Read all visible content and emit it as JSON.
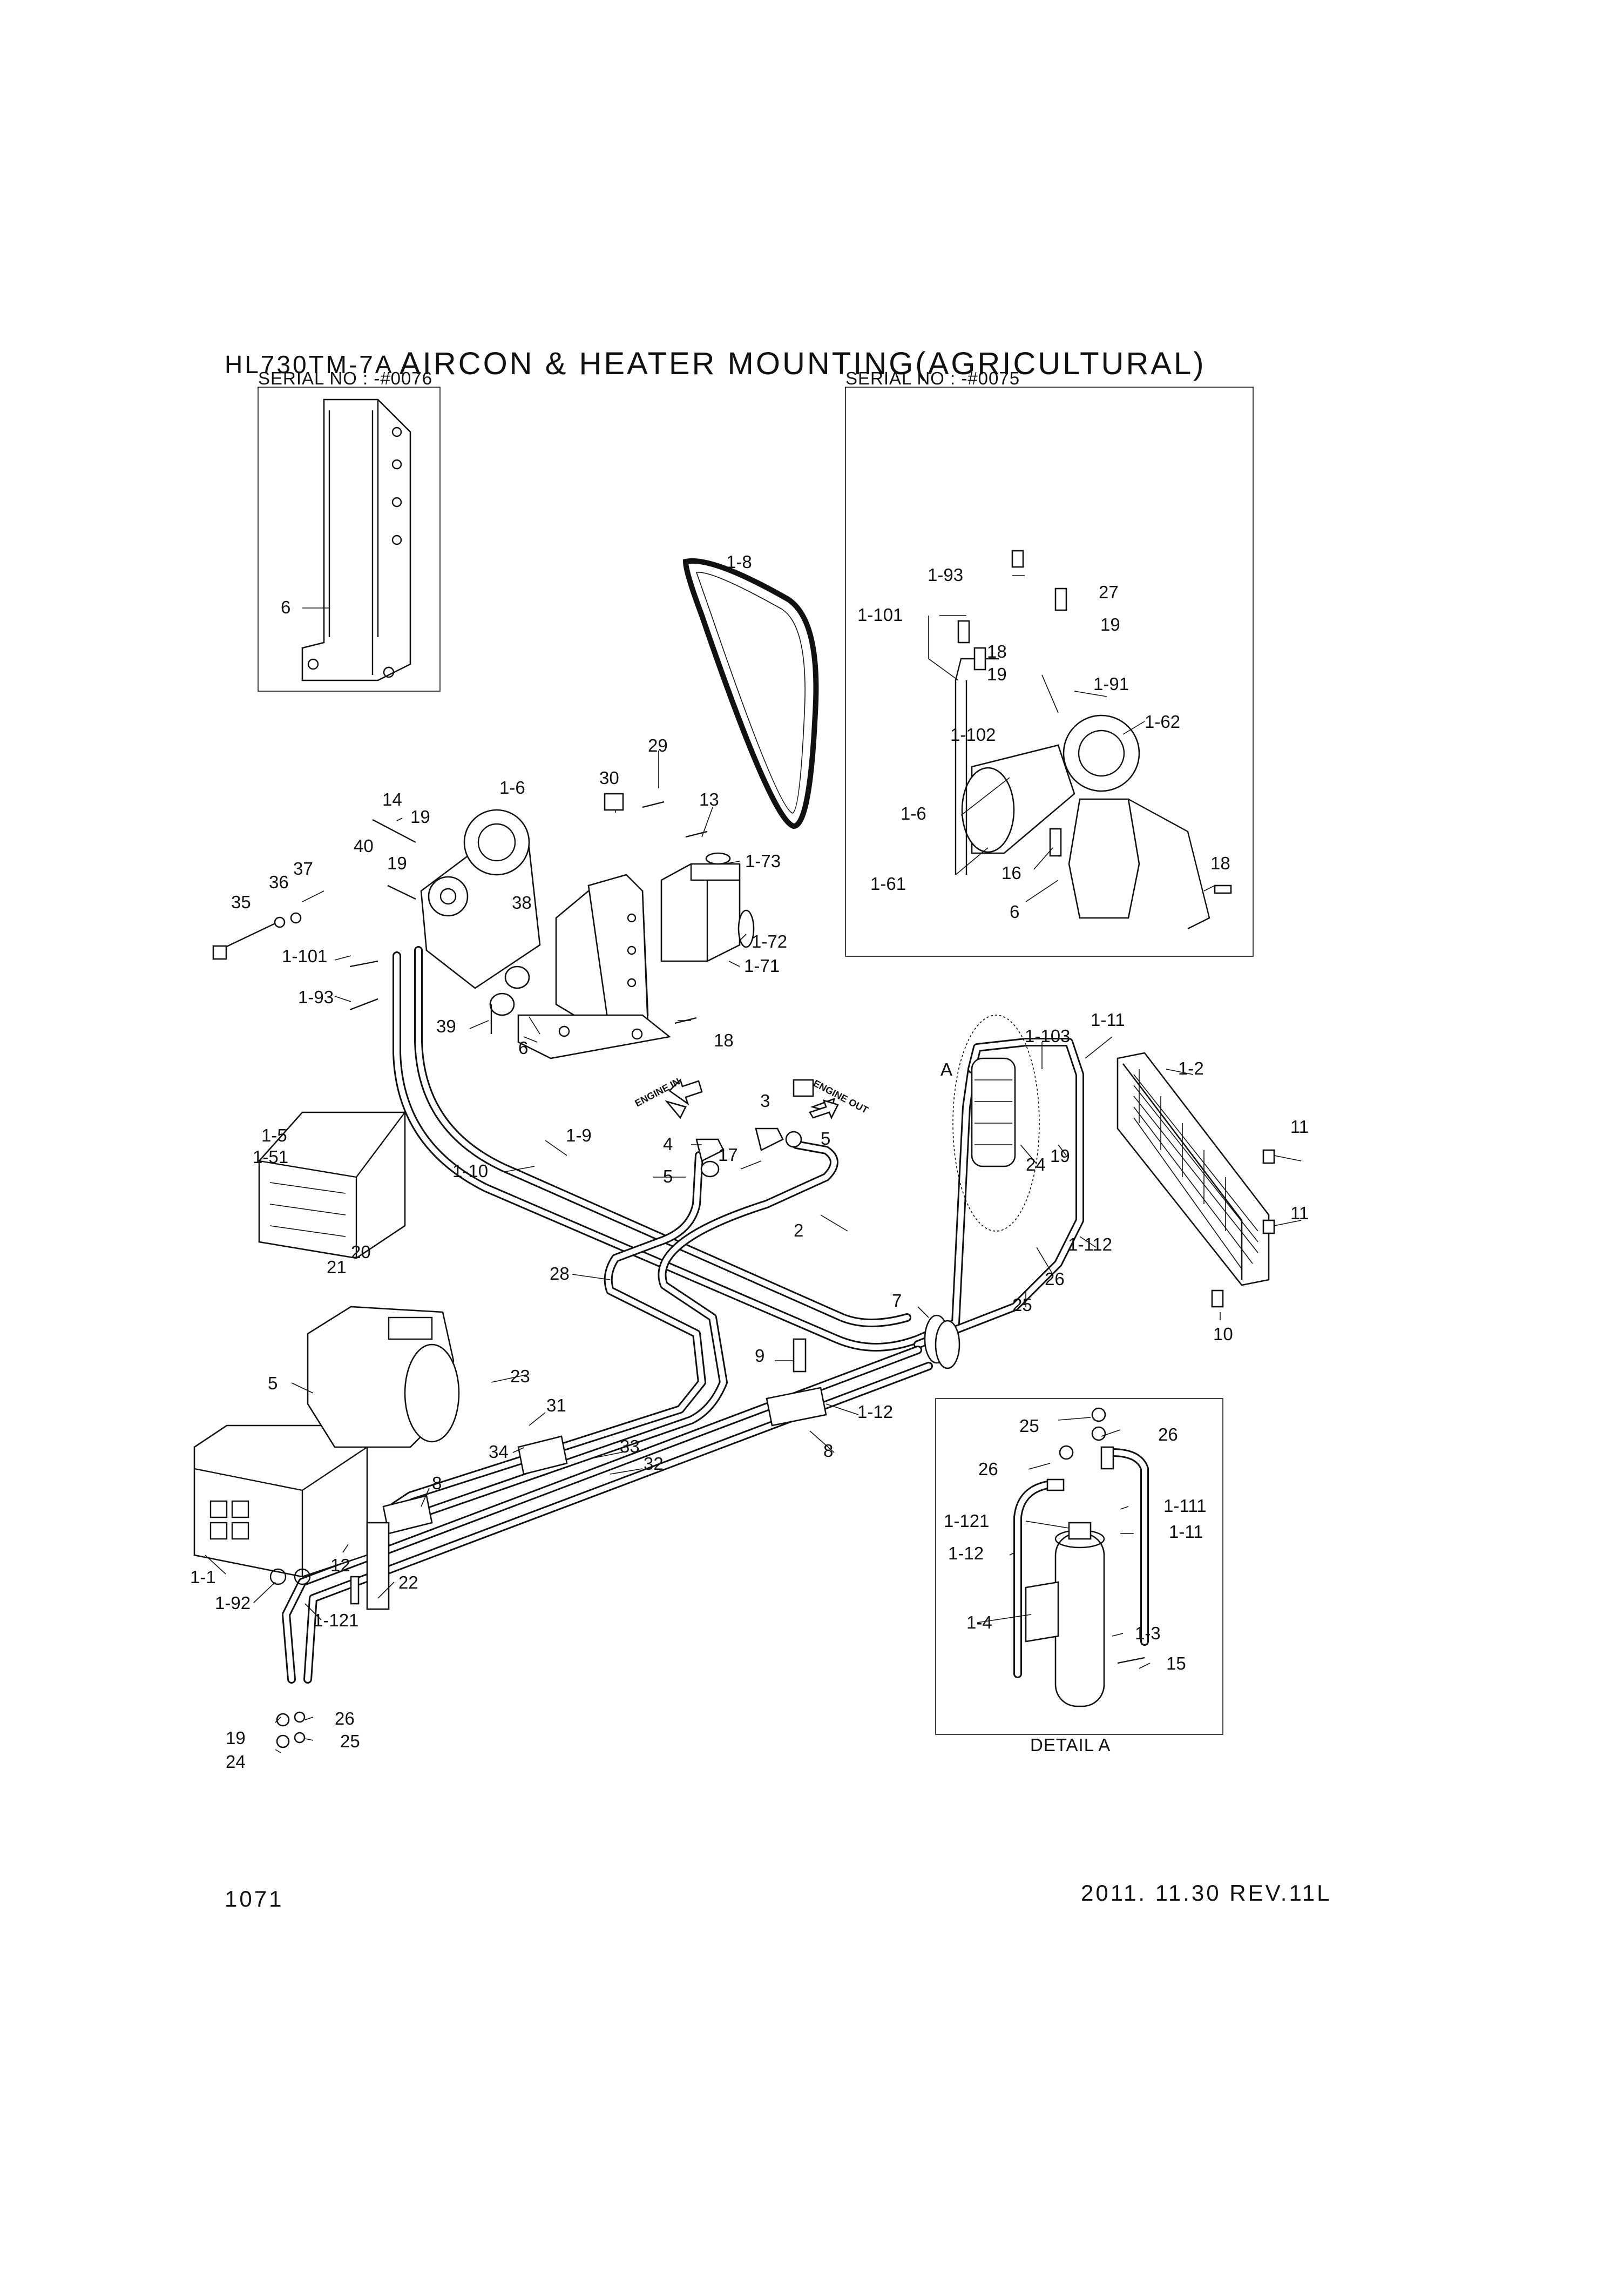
{
  "header": {
    "model": "HL730TM-7A",
    "title": "AIRCON & HEATER MOUNTING(AGRICULTURAL)"
  },
  "insets": {
    "left_serial": "SERIAL NO : -#0076",
    "right_serial": "SERIAL NO : -#0075",
    "detail_caption": "DETAIL A"
  },
  "arrows": {
    "engine_in": "ENGINE IN",
    "engine_out": "ENGINE OUT",
    "detail_marker": "A"
  },
  "footer": {
    "page_number": "1071",
    "revision": "2011. 11.30 REV.11L"
  },
  "callouts": {
    "inset_left": [
      "6"
    ],
    "inset_right": [
      "1-93",
      "27",
      "1-101",
      "18",
      "19",
      "19",
      "1-91",
      "1-102",
      "1-62",
      "1-6",
      "1-61",
      "16",
      "18",
      "6"
    ],
    "compressor": [
      "1-8",
      "29",
      "30",
      "1-6",
      "13",
      "14",
      "19",
      "40",
      "19",
      "1-73",
      "37",
      "36",
      "35",
      "38",
      "1-72",
      "1-71",
      "1-101",
      "1-93",
      "39",
      "6",
      "18"
    ],
    "panel": [
      "1-5",
      "1-51",
      "21",
      "20"
    ],
    "hoses": [
      "1-9",
      "1-10",
      "4",
      "5",
      "17",
      "3",
      "5",
      "2",
      "28",
      "7",
      "9",
      "1-12",
      "8"
    ],
    "condenser": [
      "1-103",
      "1-11",
      "A",
      "1-2",
      "24",
      "19",
      "11",
      "11",
      "1-112",
      "26",
      "25",
      "10"
    ],
    "heater": [
      "5",
      "23",
      "31",
      "34",
      "33",
      "32",
      "8",
      "12",
      "22",
      "1-1",
      "1-92",
      "1-121",
      "19",
      "26",
      "24",
      "25"
    ],
    "detail": [
      "25",
      "26",
      "26",
      "1-121",
      "1-111",
      "1-12",
      "1-11",
      "1-4",
      "1-3",
      "15"
    ]
  }
}
